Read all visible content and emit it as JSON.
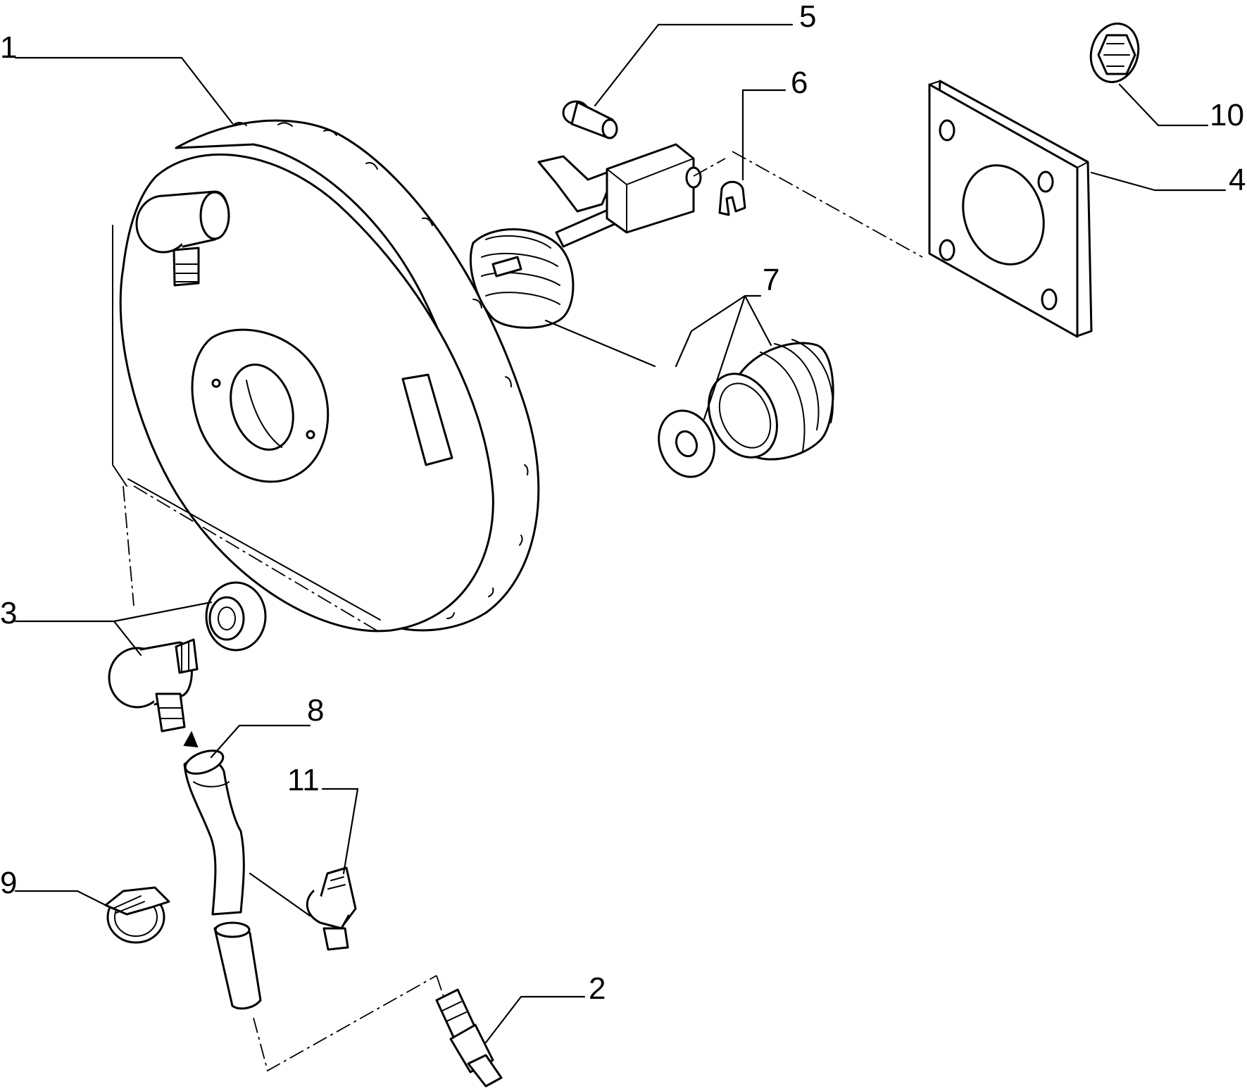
{
  "diagram": {
    "colors": {
      "stroke": "#000000",
      "background": "#ffffff"
    },
    "callouts": {
      "c1": "1",
      "c2": "2",
      "c3": "3",
      "c4": "4",
      "c5": "5",
      "c6": "6",
      "c7": "7",
      "c8": "8",
      "c9": "9",
      "c10": "10",
      "c11": "11"
    }
  }
}
